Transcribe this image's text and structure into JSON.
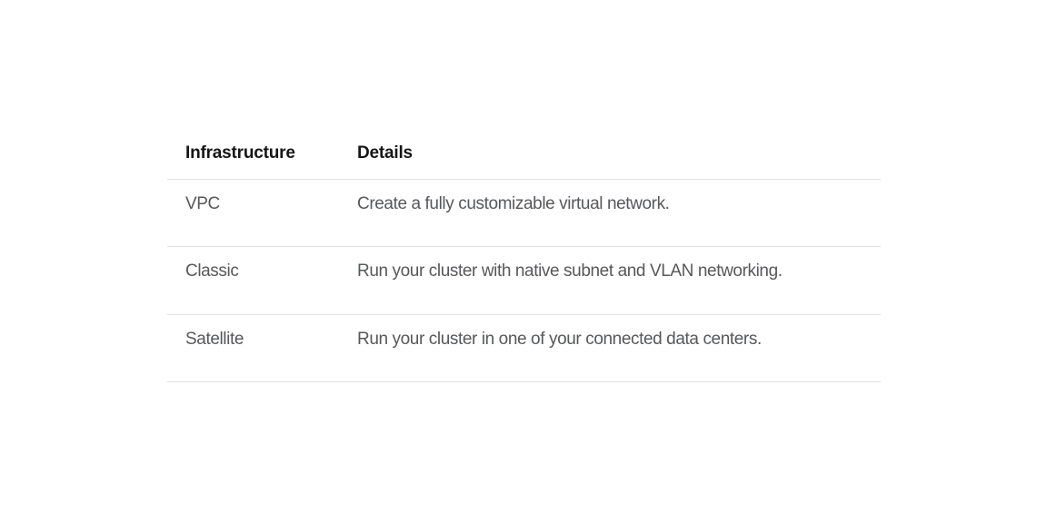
{
  "page": {
    "background": "#ffffff"
  },
  "table": {
    "columns": [
      {
        "key": "infrastructure",
        "label": "Infrastructure"
      },
      {
        "key": "details",
        "label": "Details"
      }
    ],
    "rows": [
      {
        "infrastructure": "VPC",
        "details": "Create a fully customizable virtual network."
      },
      {
        "infrastructure": "Classic",
        "details": "Run your cluster with native subnet and VLAN networking."
      },
      {
        "infrastructure": "Satellite",
        "details": "Run your cluster in one of your connected data centers."
      }
    ],
    "colors": {
      "header_text": "#161616",
      "body_text": "#57585a",
      "divider": "#e1e1e1"
    }
  }
}
